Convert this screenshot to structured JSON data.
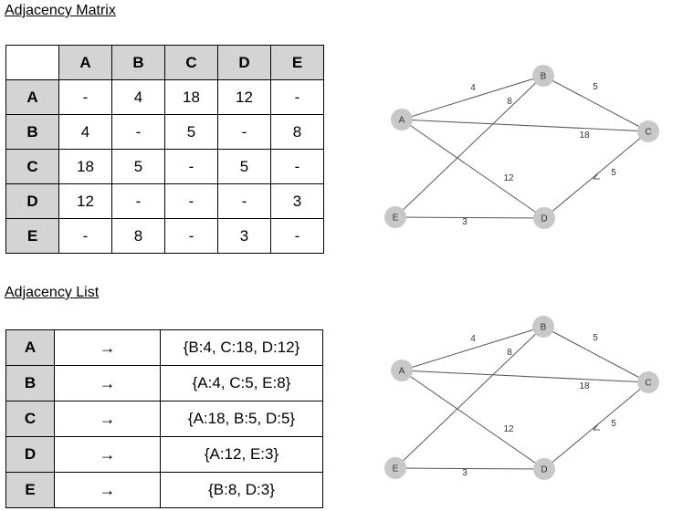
{
  "matrix_section": {
    "title": "Adjacency Matrix",
    "column_headers": [
      "A",
      "B",
      "C",
      "D",
      "E"
    ],
    "rows": [
      {
        "label": "A",
        "cells": [
          "-",
          "4",
          "18",
          "12",
          "-"
        ]
      },
      {
        "label": "B",
        "cells": [
          "4",
          "-",
          "5",
          "-",
          "8"
        ]
      },
      {
        "label": "C",
        "cells": [
          "18",
          "5",
          "-",
          "5",
          "-"
        ]
      },
      {
        "label": "D",
        "cells": [
          "12",
          "-",
          "-",
          "-",
          "3"
        ]
      },
      {
        "label": "E",
        "cells": [
          "-",
          "8",
          "-",
          "3",
          "-"
        ]
      }
    ]
  },
  "list_section": {
    "title": "Adjacency List",
    "rows": [
      {
        "node": "A",
        "arrow": "→",
        "neighbors": "{B:4, C:18, D:12}"
      },
      {
        "node": "B",
        "arrow": "→",
        "neighbors": "{A:4, C:5, E:8}"
      },
      {
        "node": "C",
        "arrow": "→",
        "neighbors": "{A:18, B:5, D:5}"
      },
      {
        "node": "D",
        "arrow": "→",
        "neighbors": "{A:12, E:3}"
      },
      {
        "node": "E",
        "arrow": "→",
        "neighbors": "{B:8, D:3}"
      }
    ]
  },
  "graph": {
    "node_color": "#c8c8c8",
    "edge_color": "#555555",
    "nodes": [
      {
        "id": "A",
        "label": "A"
      },
      {
        "id": "B",
        "label": "B"
      },
      {
        "id": "C",
        "label": "C"
      },
      {
        "id": "D",
        "label": "D"
      },
      {
        "id": "E",
        "label": "E"
      }
    ],
    "edges": [
      {
        "from": "A",
        "to": "B",
        "weight": "4"
      },
      {
        "from": "B",
        "to": "C",
        "weight": "5"
      },
      {
        "from": "A",
        "to": "C",
        "weight": "18"
      },
      {
        "from": "B",
        "to": "E",
        "weight": "8"
      },
      {
        "from": "A",
        "to": "D",
        "weight": "12"
      },
      {
        "from": "C",
        "to": "D",
        "weight": "5"
      },
      {
        "from": "E",
        "to": "D",
        "weight": "3"
      }
    ]
  }
}
